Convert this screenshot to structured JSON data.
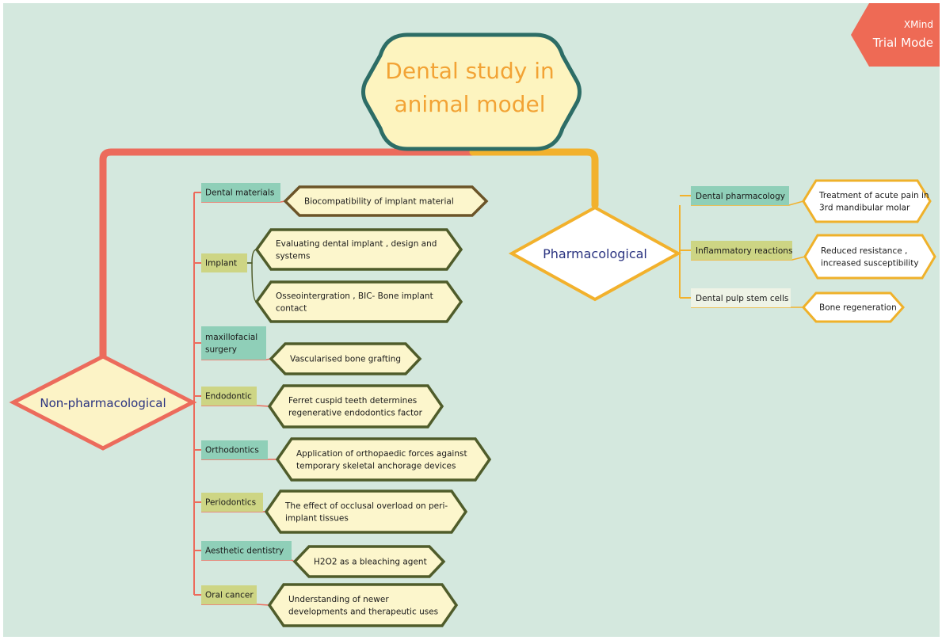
{
  "watermark": {
    "line1": "XMind",
    "line2": "Trial Mode"
  },
  "root": {
    "line1": "Dental study in",
    "line2": "animal model"
  },
  "branches": {
    "non_pharmacological": {
      "label": "Non-pharmacological"
    },
    "pharmacological": {
      "label": "Pharmacological"
    }
  },
  "non_pharm_topics": [
    {
      "label": [
        "Dental materials"
      ],
      "items": [
        {
          "lines": [
            "Biocompatibility of implant material"
          ]
        }
      ]
    },
    {
      "label": [
        "Implant"
      ],
      "items": [
        {
          "lines": [
            "Evaluating dental implant , design and",
            "systems"
          ]
        },
        {
          "lines": [
            "Osseointergration , BIC- Bone implant",
            "contact"
          ]
        }
      ]
    },
    {
      "label": [
        "maxillofacial",
        "surgery"
      ],
      "items": [
        {
          "lines": [
            "Vascularised bone grafting"
          ]
        }
      ]
    },
    {
      "label": [
        "Endodontic"
      ],
      "items": [
        {
          "lines": [
            "Ferret cuspid teeth determines",
            "regenerative endodontics factor"
          ]
        }
      ]
    },
    {
      "label": [
        "Orthodontics"
      ],
      "items": [
        {
          "lines": [
            "Application of orthopaedic forces against",
            "temporary skeletal anchorage devices"
          ]
        }
      ]
    },
    {
      "label": [
        "Periodontics"
      ],
      "items": [
        {
          "lines": [
            "The effect of occlusal overload on peri-",
            "implant tissues"
          ]
        }
      ]
    },
    {
      "label": [
        "Aesthetic dentistry"
      ],
      "items": [
        {
          "lines": [
            "H2O2 as a bleaching agent"
          ]
        }
      ]
    },
    {
      "label": [
        "Oral cancer"
      ],
      "items": [
        {
          "lines": [
            "Understanding of newer",
            "developments and therapeutic uses"
          ]
        }
      ]
    }
  ],
  "pharm_topics": [
    {
      "label": "Dental pharmacology",
      "item": [
        "Treatment of acute pain in",
        "3rd mandibular molar"
      ]
    },
    {
      "label": "Inflammatory reactions",
      "item": [
        "Reduced resistance ,",
        "increased susceptibility"
      ]
    },
    {
      "label": "Dental pulp stem cells",
      "item": [
        "Bone regeneration"
      ]
    }
  ],
  "colors": {
    "background": "#d4e8de",
    "red_branch": "#ec6b5c",
    "orange_branch": "#f2b12c",
    "topic_teal": "#8fcfb8",
    "topic_olive": "#cdd584",
    "hex_fill": "#fcf6cc",
    "hex_border_dark": "#4f5c2a",
    "hex_border_brown": "#6b5428",
    "hex_border_orange": "#efb12a",
    "root_fill": "#fdf4bf",
    "root_border": "#2d6d66",
    "root_text": "#f2a335",
    "diamond_text": "#2a3380",
    "watermark_fill": "#ee6a55"
  }
}
